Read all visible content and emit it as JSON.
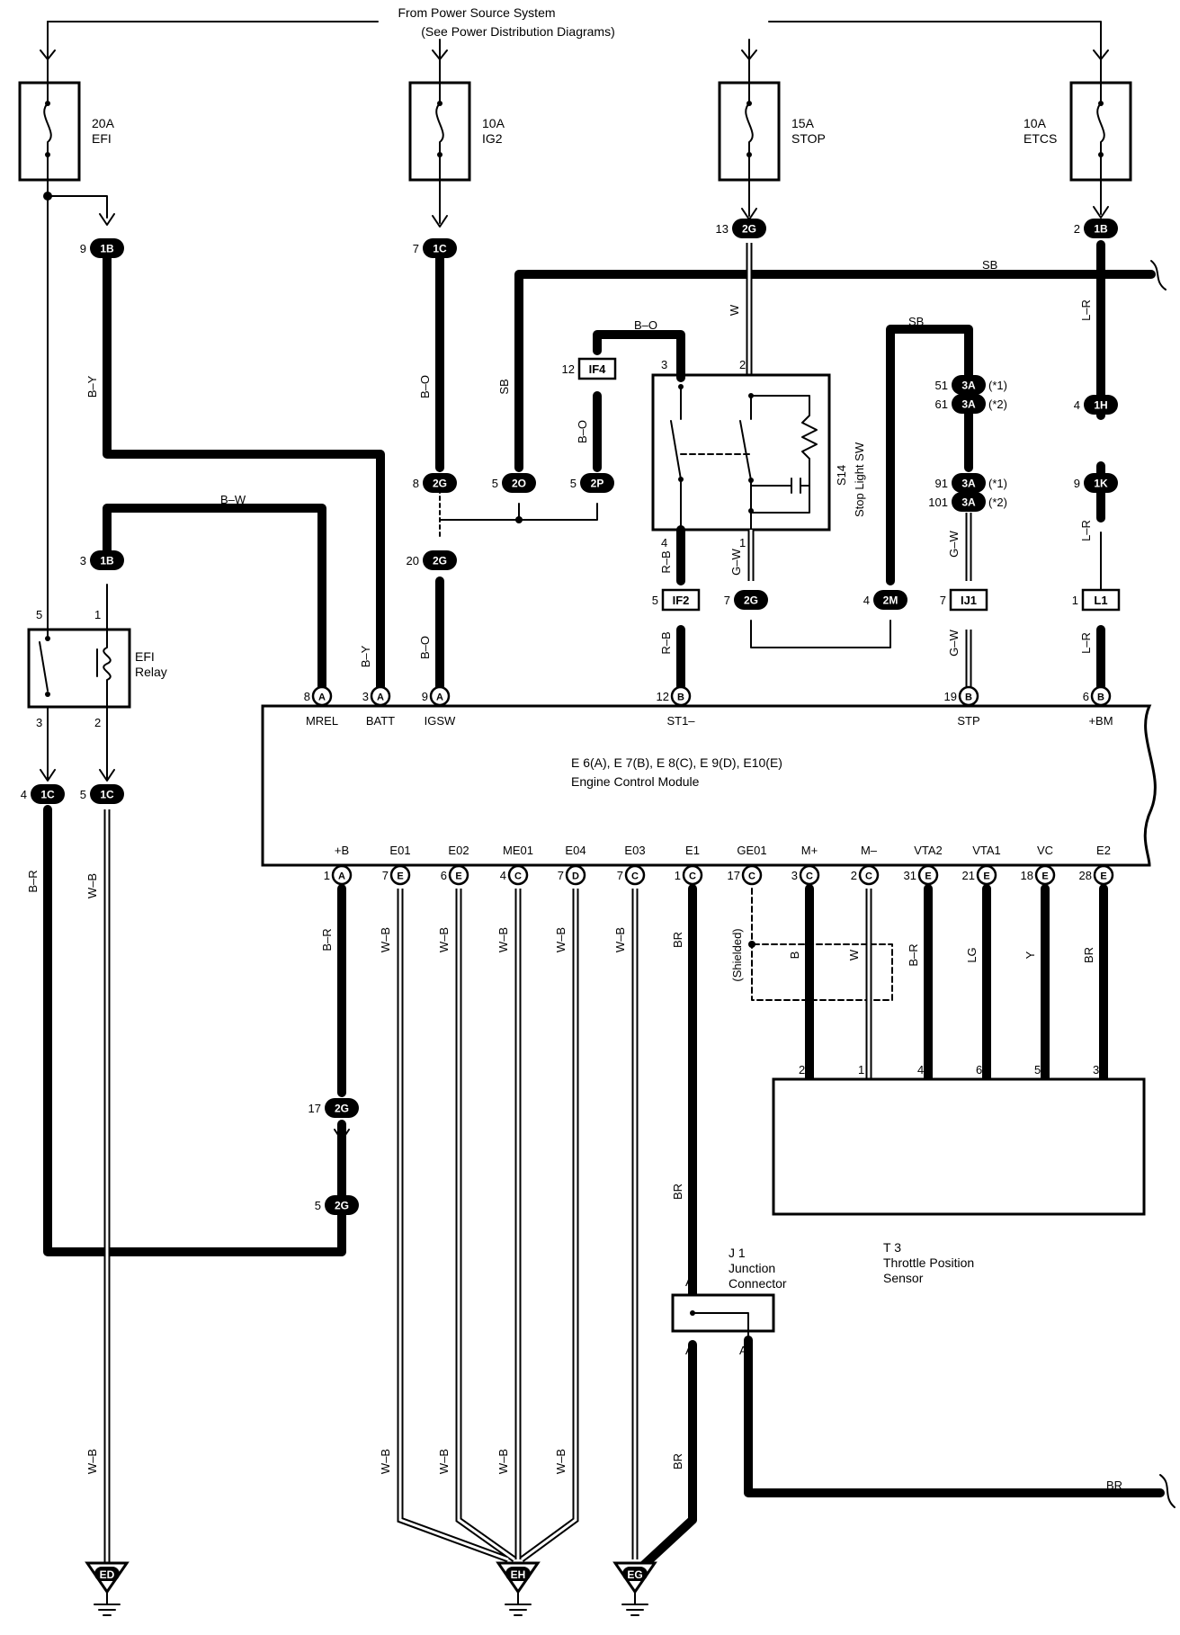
{
  "header": {
    "line1": "From Power Source System",
    "line2": "(See Power Distribution Diagrams)"
  },
  "fuses": [
    {
      "amp": "20A",
      "name": "EFI"
    },
    {
      "amp": "10A",
      "name": "IG2"
    },
    {
      "amp": "15A",
      "name": "STOP"
    },
    {
      "amp": "10A",
      "name": "ETCS"
    }
  ],
  "connectors": {
    "efi_1b_pin": "9",
    "efi_1b": "1B",
    "ig2_1c_pin": "7",
    "ig2_1c": "1C",
    "stop_2g_pin": "13",
    "stop_2g": "2G",
    "etcs_1b_pin": "2",
    "etcs_1b": "1B",
    "if4_pin": "12",
    "if4": "IF4",
    "c2g_8_pin": "8",
    "c2g_8": "2G",
    "c2o_pin": "5",
    "c2o": "2O",
    "c2p_pin": "5",
    "c2p": "2P",
    "c2g_20_pin": "20",
    "c2g_20": "2G",
    "relay_1b_pin": "3",
    "relay_1b": "1B",
    "if2_pin": "5",
    "if2": "IF2",
    "c2g_7_pin": "7",
    "c2g_7": "2G",
    "c2m_pin": "4",
    "c2m": "2M",
    "c3a_51_pin": "51",
    "c3a_51": "3A",
    "c3a_51_note": "(*1)",
    "c3a_61_pin": "61",
    "c3a_61": "3A",
    "c3a_61_note": "(*2)",
    "c3a_91_pin": "91",
    "c3a_91": "3A",
    "c3a_91_note": "(*1)",
    "c3a_101_pin": "101",
    "c3a_101": "3A",
    "c3a_101_note": "(*2)",
    "ij1_pin": "7",
    "ij1": "IJ1",
    "c1h_pin": "4",
    "c1h": "1H",
    "c1k_pin": "9",
    "c1k": "1K",
    "l1_pin": "1",
    "l1": "L1",
    "c1c_4_pin": "4",
    "c1c_4": "1C",
    "c1c_5_pin": "5",
    "c1c_5": "1C",
    "c2g_17_pin": "17",
    "c2g_17": "2G",
    "c2g_5_pin": "5",
    "c2g_5": "2G"
  },
  "wires": {
    "b_y_1": "B–Y",
    "b_y_2": "B–Y",
    "b_w": "B–W",
    "b_o_1": "B–O",
    "b_o_2": "B–O",
    "b_o_top": "B–O",
    "b_o_3": "B–O",
    "sb_1": "SB",
    "sb_2": "SB",
    "sb_3": "SB",
    "w_stop": "W",
    "r_b_1": "R–B",
    "r_b_2": "R–B",
    "g_w_1": "G–W",
    "g_w_2": "G–W",
    "g_w_3": "G–W",
    "l_r_1": "L–R",
    "l_r_2": "L–R",
    "l_r_3": "L–R",
    "b_r_1": "B–R",
    "b_r_2": "B–R",
    "b_r_vta2": "B–R",
    "w_b_1": "W–B",
    "w_b_e01": "W–B",
    "w_b_e02": "W–B",
    "w_b_me01": "W–B",
    "w_b_e04": "W–B",
    "w_b_e03": "W–B",
    "w_b_g1": "W–B",
    "w_b_g2": "W–B",
    "w_b_g3": "W–B",
    "w_b_g4": "W–B",
    "w_b_ed": "W–B",
    "br_1": "BR",
    "br_2": "BR",
    "br_3": "BR",
    "br_e2": "BR",
    "br_out": "BR",
    "shielded": "(Shielded)",
    "b_m": "B",
    "w_m": "W",
    "lg": "LG",
    "y": "Y"
  },
  "relay": {
    "name1": "EFI",
    "name2": "Relay",
    "p5": "5",
    "p1": "1",
    "p3": "3",
    "p2": "2"
  },
  "stop_sw": {
    "code": "S14",
    "name": "Stop Light SW",
    "p3": "3",
    "p2": "2",
    "p4": "4",
    "p1": "1"
  },
  "ecm": {
    "name1": "E 6(A), E 7(B), E 8(C), E 9(D), E10(E)",
    "name2": "Engine Control Module",
    "top_pins": [
      {
        "pin": "8",
        "conn": "A",
        "label": "MREL"
      },
      {
        "pin": "3",
        "conn": "A",
        "label": "BATT"
      },
      {
        "pin": "9",
        "conn": "A",
        "label": "IGSW"
      },
      {
        "pin": "12",
        "conn": "B",
        "label": "ST1–"
      },
      {
        "pin": "19",
        "conn": "B",
        "label": "STP"
      },
      {
        "pin": "6",
        "conn": "B",
        "label": "+BM"
      }
    ],
    "bottom_pins": [
      {
        "pin": "1",
        "conn": "A",
        "label": "+B"
      },
      {
        "pin": "7",
        "conn": "E",
        "label": "E01"
      },
      {
        "pin": "6",
        "conn": "E",
        "label": "E02"
      },
      {
        "pin": "4",
        "conn": "C",
        "label": "ME01"
      },
      {
        "pin": "7",
        "conn": "D",
        "label": "E04"
      },
      {
        "pin": "7",
        "conn": "C",
        "label": "E03"
      },
      {
        "pin": "1",
        "conn": "C",
        "label": "E1"
      },
      {
        "pin": "17",
        "conn": "C",
        "label": "GE01"
      },
      {
        "pin": "3",
        "conn": "C",
        "label": "M+"
      },
      {
        "pin": "2",
        "conn": "C",
        "label": "M–"
      },
      {
        "pin": "31",
        "conn": "E",
        "label": "VTA2"
      },
      {
        "pin": "21",
        "conn": "E",
        "label": "VTA1"
      },
      {
        "pin": "18",
        "conn": "E",
        "label": "VC"
      },
      {
        "pin": "28",
        "conn": "E",
        "label": "E2"
      }
    ]
  },
  "tps": {
    "code": "T 3",
    "name1": "Throttle Position",
    "name2": "Sensor",
    "pins": [
      "2",
      "1",
      "4",
      "6",
      "5",
      "3"
    ]
  },
  "junction": {
    "code": "J 1",
    "name1": "Junction",
    "name2": "Connector",
    "a1": "A",
    "a2": "A",
    "a3": "A"
  },
  "grounds": [
    "ED",
    "EH",
    "EG"
  ]
}
